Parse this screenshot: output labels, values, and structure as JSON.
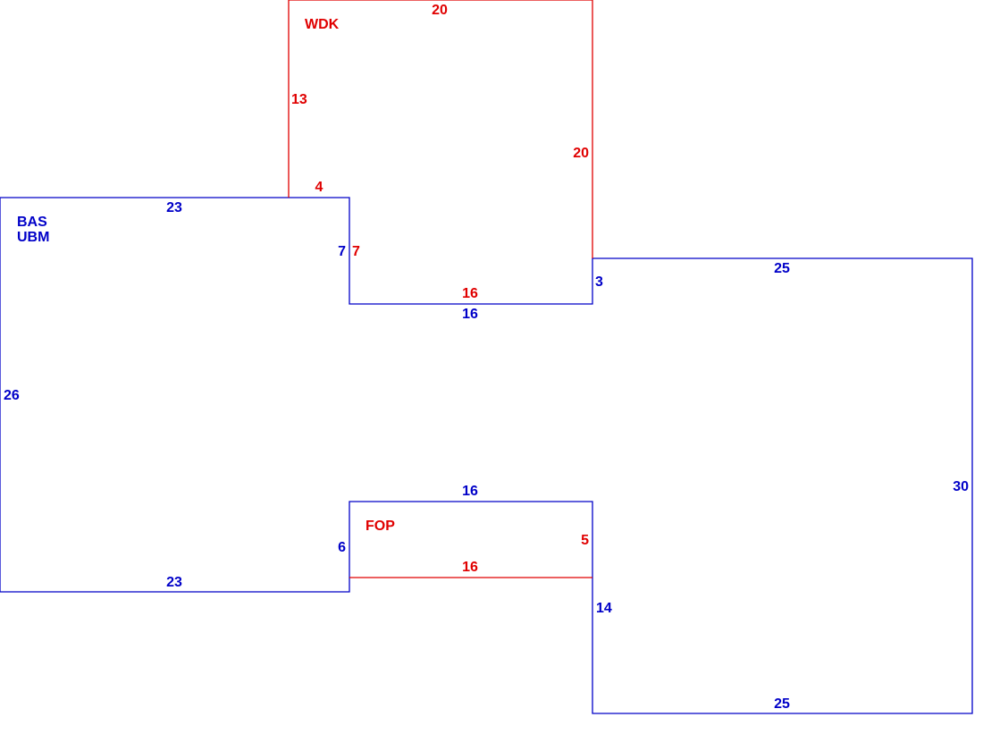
{
  "colors": {
    "main_floor": "#0000c8",
    "additions": "#e00000"
  },
  "areas": {
    "bas": {
      "code": "BAS",
      "subcode": "UBM"
    },
    "wdk": {
      "code": "WDK"
    },
    "fop": {
      "code": "FOP"
    }
  },
  "dimensions": {
    "bas_top_23": "23",
    "bas_left_26": "26",
    "bas_bottom_23": "23",
    "bas_notch_7": "7",
    "bas_notch_bottom_16": "16",
    "bas_step_3": "3",
    "bas_right_top_25": "25",
    "bas_right_30": "30",
    "bas_bottom_right_25": "25",
    "bas_step_14": "14",
    "bas_notch2_top_16": "16",
    "bas_notch2_6": "6",
    "wdk_top_20": "20",
    "wdk_left_13": "13",
    "wdk_right_20": "20",
    "wdk_small_4": "4",
    "wdk_notch_7": "7",
    "wdk_bottom_16": "16",
    "fop_right_5": "5",
    "fop_bottom_16": "16"
  }
}
